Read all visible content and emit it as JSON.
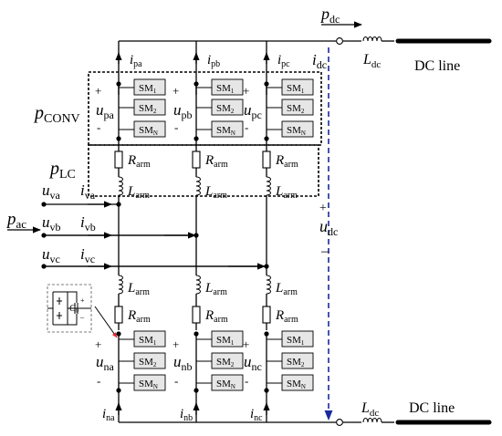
{
  "labels": {
    "p_dc": [
      "p",
      "dc"
    ],
    "i_dc": [
      "i",
      "dc"
    ],
    "l_dc_top": [
      "L",
      "dc"
    ],
    "l_dc_bot": [
      "L",
      "dc"
    ],
    "dc_line_top": "DC line",
    "dc_line_bot": "DC line",
    "p_conv": [
      "p",
      "CONV"
    ],
    "p_lc": [
      "p",
      "LC"
    ],
    "p_ac": [
      "p",
      "ac"
    ],
    "u_dc": [
      "u",
      "dc"
    ],
    "u_dc_plus": "+",
    "u_dc_minus": "–",
    "u_va": [
      "u",
      "va"
    ],
    "u_vb": [
      "u",
      "vb"
    ],
    "u_vc": [
      "u",
      "vc"
    ],
    "i_va": [
      "i",
      "va"
    ],
    "i_vb": [
      "i",
      "vb"
    ],
    "i_vc": [
      "i",
      "vc"
    ],
    "r_arm": [
      "R",
      "arm"
    ],
    "l_arm": [
      "L",
      "arm"
    ],
    "c0": [
      "C",
      "0"
    ],
    "plus": "+",
    "minus": "-"
  },
  "phases": [
    {
      "i_top": [
        "i",
        "pa"
      ],
      "u_top": [
        "u",
        "pa"
      ],
      "i_bot": [
        "i",
        "na"
      ],
      "u_bot": [
        "u",
        "na"
      ]
    },
    {
      "i_top": [
        "i",
        "pb"
      ],
      "u_top": [
        "u",
        "pb"
      ],
      "i_bot": [
        "i",
        "nb"
      ],
      "u_bot": [
        "u",
        "nb"
      ]
    },
    {
      "i_top": [
        "i",
        "pc"
      ],
      "u_top": [
        "u",
        "pc"
      ],
      "i_bot": [
        "i",
        "nc"
      ],
      "u_bot": [
        "u",
        "nc"
      ]
    }
  ],
  "submodules": [
    {
      "base": "SM",
      "sub": "1"
    },
    {
      "base": "SM",
      "sub": "2"
    },
    {
      "base": "SM",
      "sub": "N"
    }
  ],
  "colors": {
    "udc_arrow": "#1a2a9c",
    "c0_pointer": "#e8262a"
  }
}
